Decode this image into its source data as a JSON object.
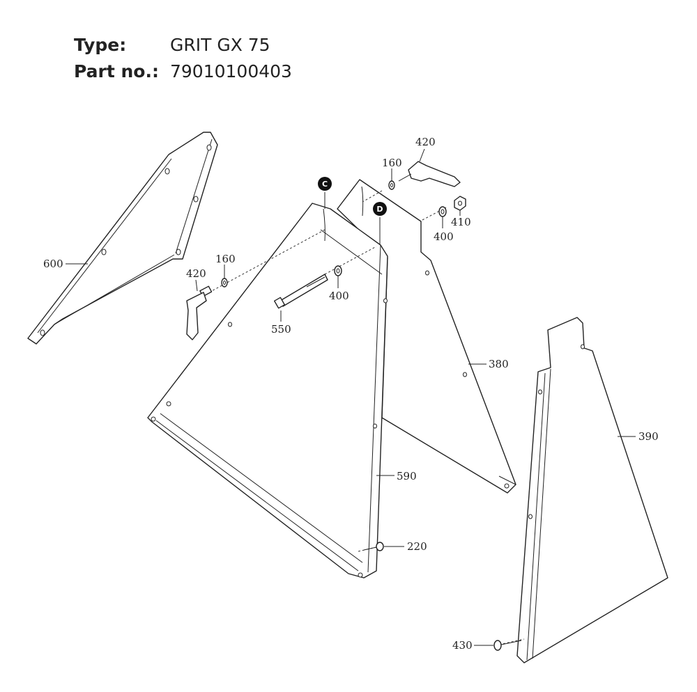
{
  "header": {
    "type_label": "Type:",
    "type_value": "GRIT GX 75",
    "partno_label": "Part no.:",
    "partno_value": "79010100403"
  },
  "callouts": {
    "p600": "600",
    "p420a": "420",
    "p160a": "160",
    "p550": "550",
    "p400a": "400",
    "p160b": "160",
    "p420b": "420",
    "p410": "410",
    "p400b": "400",
    "p380": "380",
    "p590": "590",
    "p390": "390",
    "p220": "220",
    "p430": "430"
  },
  "markers": {
    "c": "C",
    "d": "D"
  }
}
